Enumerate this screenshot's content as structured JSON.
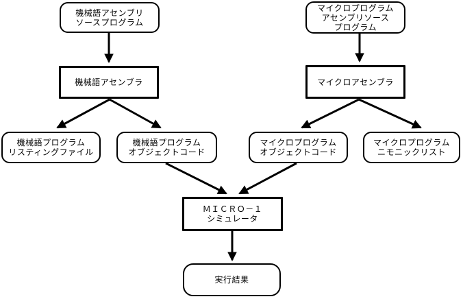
{
  "nodes": {
    "ml_source": {
      "lines": [
        "機械語アセンブリ",
        "ソースプログラム"
      ],
      "shape": "rounded"
    },
    "mp_source": {
      "lines": [
        "マイクロプログラム",
        "アセンブリソース",
        "プログラム"
      ],
      "shape": "rounded"
    },
    "ml_assembler": {
      "lines": [
        "機械語アセンブラ"
      ],
      "shape": "process"
    },
    "micro_assembler": {
      "lines": [
        "マイクロアセンブラ"
      ],
      "shape": "process"
    },
    "ml_listing": {
      "lines": [
        "機械語プログラム",
        "リスティングファイル"
      ],
      "shape": "rounded"
    },
    "ml_object": {
      "lines": [
        "機械語プログラム",
        "オブジェクトコード"
      ],
      "shape": "rounded"
    },
    "mp_object": {
      "lines": [
        "マイクロプログラム",
        "オブジェクトコード"
      ],
      "shape": "rounded"
    },
    "mp_mnemonic": {
      "lines": [
        "マイクロプログラム",
        "ニモニックリスト"
      ],
      "shape": "rounded"
    },
    "simulator": {
      "lines": [
        "ＭＩＣＲＯ－１",
        "シミュレータ"
      ],
      "shape": "process"
    },
    "result": {
      "lines": [
        "実行結果"
      ],
      "shape": "rounded"
    }
  },
  "edges": [
    {
      "from": "ml_source",
      "to": "ml_assembler"
    },
    {
      "from": "mp_source",
      "to": "micro_assembler"
    },
    {
      "from": "ml_assembler",
      "to": "ml_listing"
    },
    {
      "from": "ml_assembler",
      "to": "ml_object"
    },
    {
      "from": "micro_assembler",
      "to": "mp_object"
    },
    {
      "from": "micro_assembler",
      "to": "mp_mnemonic"
    },
    {
      "from": "ml_object",
      "to": "simulator"
    },
    {
      "from": "mp_object",
      "to": "simulator"
    },
    {
      "from": "simulator",
      "to": "result"
    }
  ],
  "colors": {
    "stroke": "#000000",
    "background": "#ffffff"
  }
}
